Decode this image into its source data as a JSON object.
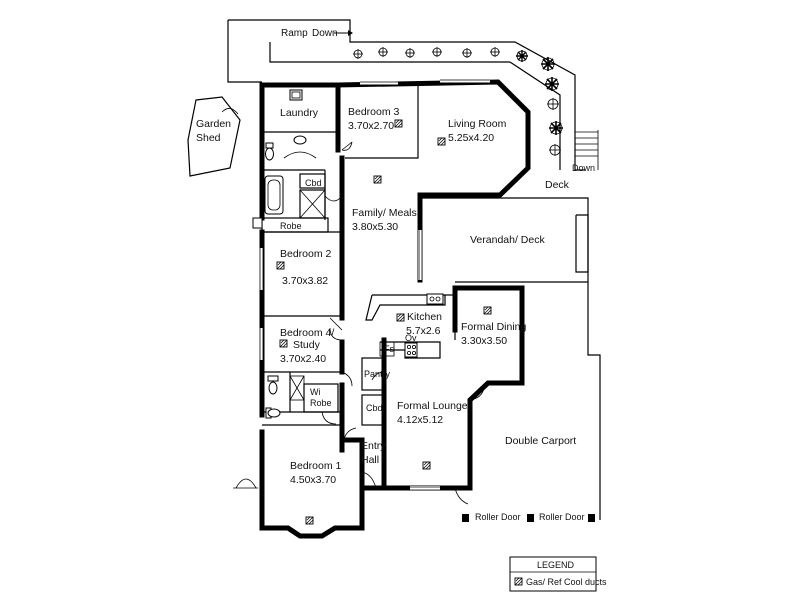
{
  "ramp": {
    "label": "Ramp",
    "direction": "Down"
  },
  "rooms": {
    "garden_shed": [
      "Garden",
      "Shed"
    ],
    "laundry": "Laundry",
    "bedroom3": {
      "name": "Bedroom 3",
      "size": "3.70x2.70"
    },
    "living_room": {
      "name": "Living Room",
      "size": "5.25x4.20"
    },
    "deck": "Deck",
    "deck_stairs": "Down",
    "cbd_top": "Cbd",
    "robe": "Robe",
    "family_meals": {
      "name": "Family/ Meals",
      "size": "3.80x5.30"
    },
    "verandah": "Verandah/ Deck",
    "bedroom2": {
      "name": "Bedroom 2",
      "size": "3.70x3.82"
    },
    "kitchen": {
      "name": "Kitchen",
      "size": "5.7x2.6"
    },
    "formal_dining": {
      "name": "Formal Dining",
      "size": "3.30x3.50"
    },
    "bedroom4": {
      "name_line1": "Bedroom 4/",
      "name_line2": "Study",
      "size": "3.70x2.40"
    },
    "fs": "Fs",
    "ov": "Ov",
    "pantry": "Pantry",
    "wi_robe": [
      "Wi",
      "Robe"
    ],
    "cbd_mid": "Cbd",
    "formal_lounge": {
      "name": "Formal Lounge",
      "size": "4.12x5.12"
    },
    "entry_hall": [
      "Entry",
      "Hall"
    ],
    "double_carport": "Double Carport",
    "bedroom1": {
      "name": "Bedroom 1",
      "size": "4.50x3.70"
    },
    "roller_door_1": "Roller Door",
    "roller_door_2": "Roller Door"
  },
  "legend": {
    "title": "LEGEND",
    "item": "Gas/ Ref Cool ducts"
  },
  "icons": {
    "duct": "gas-ref-cool-duct-icon",
    "plant": "shrub-icon",
    "toilet": "toilet-icon",
    "shower": "shower-icon",
    "bath": "bath-icon",
    "stove": "cooktop-icon"
  }
}
